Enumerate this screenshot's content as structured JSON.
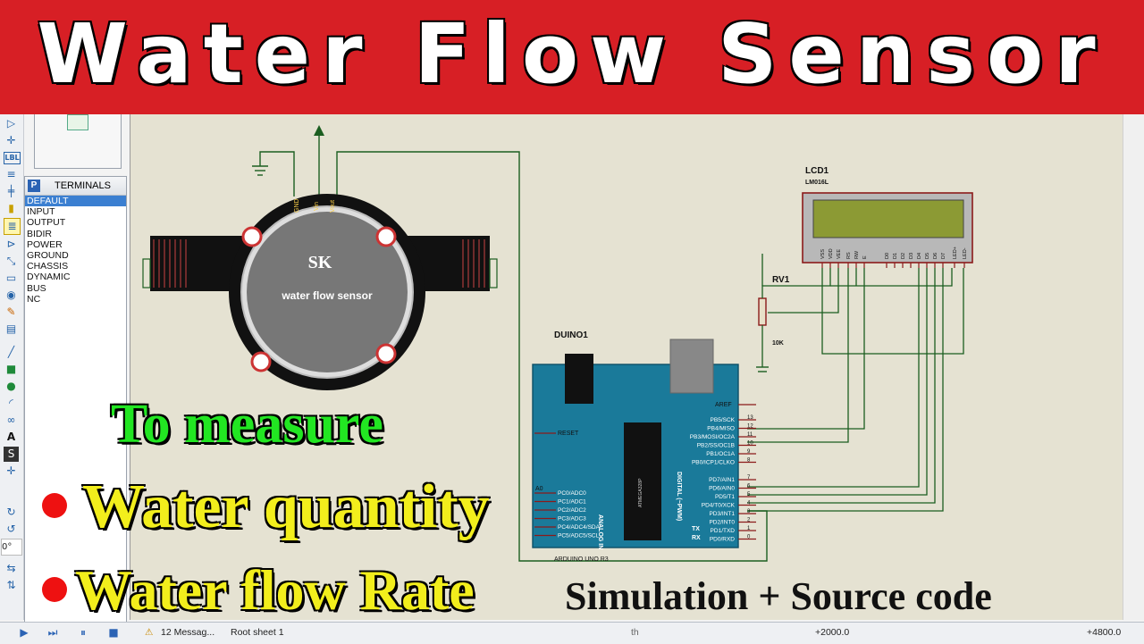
{
  "banner": {
    "title": "Water Flow Sensor"
  },
  "terminals_panel": {
    "badge": "P",
    "title": "TERMINALS",
    "items": [
      "DEFAULT",
      "INPUT",
      "OUTPUT",
      "BIDIR",
      "POWER",
      "GROUND",
      "CHASSIS",
      "DYNAMIC",
      "BUS",
      "NC"
    ],
    "selected": "DEFAULT"
  },
  "toolbar": {
    "rotation_value": "0°",
    "icons": [
      "pin-icon",
      "junction-icon",
      "label-icon",
      "text-icon",
      "bus-icon",
      "subcircuit-icon",
      "terminal-icon",
      "device-pin-icon",
      "graph-icon",
      "tape-icon",
      "generator-icon",
      "probe-icon",
      "instrument-icon",
      "line-icon",
      "box-icon",
      "circle-icon",
      "arc-icon",
      "path-icon",
      "text-tool-icon",
      "symbol-icon",
      "marker-icon",
      "rotate-cw-icon",
      "rotate-ccw-icon",
      "mirror-h-icon",
      "mirror-v-icon"
    ]
  },
  "schematic": {
    "sensor": {
      "brand": "SK",
      "label": "water flow sensor",
      "pins": [
        "GND",
        "Vin",
        "Vout"
      ]
    },
    "lcd": {
      "ref": "LCD1",
      "part": "LM016L",
      "pins": [
        "VSS",
        "VDD",
        "VEE",
        "RS",
        "RW",
        "E",
        "D0",
        "D1",
        "D2",
        "D3",
        "D4",
        "D5",
        "D6",
        "D7",
        "LED+",
        "LED-"
      ]
    },
    "pot": {
      "ref": "RV1",
      "value": "10K"
    },
    "arduino": {
      "ref": "DUINO1",
      "footer": "ARDUINO UNO R3",
      "aref": "AREF",
      "reset": "RESET",
      "analog_header": "ANALOG IN",
      "digital_header": "DIGITAL (~PWM)",
      "a0_label": "A0",
      "analog_pins": [
        "PC0/ADC0",
        "PC1/ADC1",
        "PC2/ADC2",
        "PC3/ADC3",
        "PC4/ADC4/SDA",
        "PC5/ADC5/SCL"
      ],
      "digital_pins": [
        {
          "name": "PB5/SCK",
          "num": "13"
        },
        {
          "name": "PB4/MISO",
          "num": "12"
        },
        {
          "name": "PB3/MOSI/OC2A",
          "num": "11"
        },
        {
          "name": "PB2/SS/OC1B",
          "num": "10"
        },
        {
          "name": "PB1/OC1A",
          "num": "9"
        },
        {
          "name": "PB0/ICP1/CLKO",
          "num": "8"
        },
        {
          "name": "PD7/AIN1",
          "num": "7"
        },
        {
          "name": "PD6/AIN0",
          "num": "6"
        },
        {
          "name": "PD5/T1",
          "num": "5"
        },
        {
          "name": "PD4/T0/XCK",
          "num": "4"
        },
        {
          "name": "PD3/INT1",
          "num": "3"
        },
        {
          "name": "PD2/INT0",
          "num": "2"
        },
        {
          "name": "PD1/TXD",
          "num": "1"
        },
        {
          "name": "PD0/RXD",
          "num": "0"
        }
      ],
      "tx": "TX",
      "rx": "RX",
      "chip_text": "ATMEGA328P"
    }
  },
  "overlay": {
    "to_measure": "To measure",
    "water_quantity": "Water quantity",
    "water_flow_rate": "Water flow Rate",
    "simulation": "Simulation + Source code"
  },
  "statusbar": {
    "messages": "12 Messag...",
    "sheet": "Root sheet 1",
    "coord_x": "+2000.0",
    "coord_y": "+4800.0",
    "trailing": "th"
  },
  "colors": {
    "banner": "#d71f25",
    "canvas": "#e5e2d2",
    "wire": "#1b5e20",
    "arduino": "#1a7a9a",
    "sensor_body": "#111111"
  }
}
